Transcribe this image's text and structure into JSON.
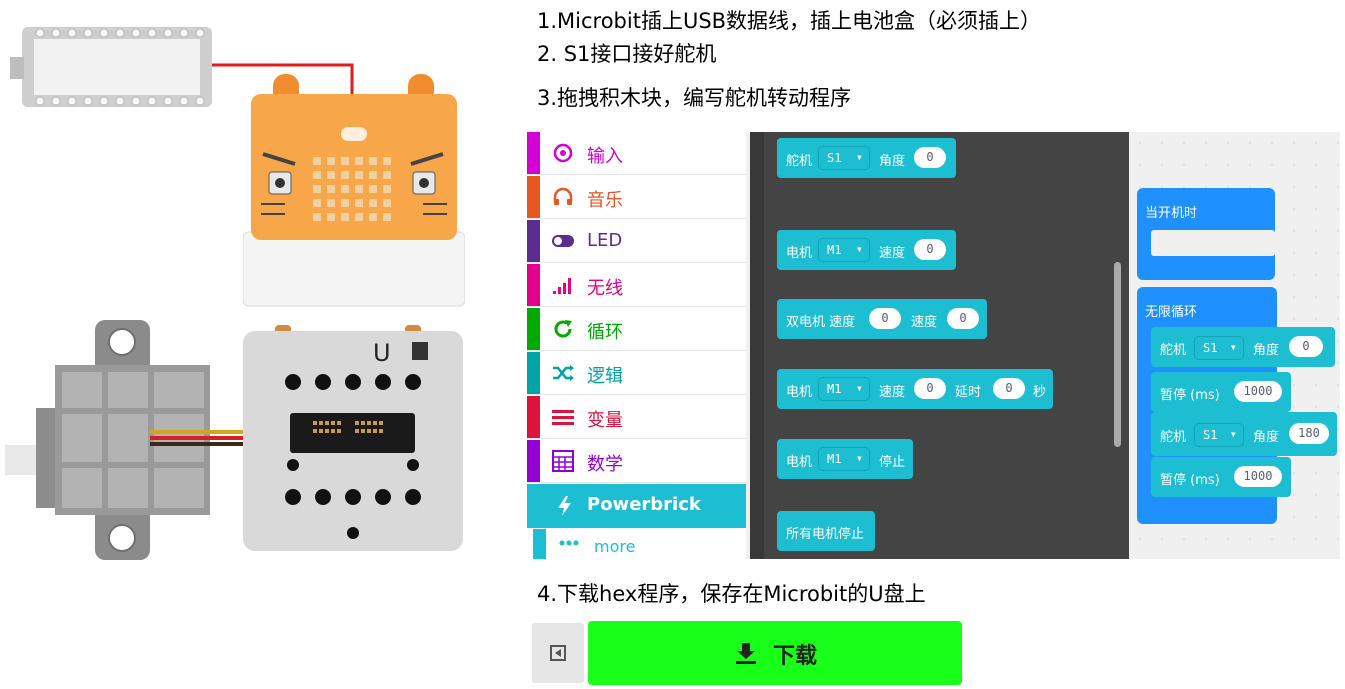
{
  "steps": {
    "s1": "1.Microbit插上USB数据线，插上电池盒（必须插上）",
    "s2": "2. S1接口接好舵机",
    "s3": "3.拖拽积木块，编写舵机转动程序",
    "s4": "4.下载hex程序，保存在Microbit的U盘上"
  },
  "board": {
    "port_label": "U"
  },
  "toolbox": {
    "items": [
      {
        "label": "输入",
        "color": "#d400d4"
      },
      {
        "label": "音乐",
        "color": "#e65722"
      },
      {
        "label": "LED",
        "color": "#5c2d91"
      },
      {
        "label": "无线",
        "color": "#e3008c"
      },
      {
        "label": "循环",
        "color": "#00aa00"
      },
      {
        "label": "逻辑",
        "color": "#00a4a6"
      },
      {
        "label": "变量",
        "color": "#dc143c"
      },
      {
        "label": "数学",
        "color": "#9400d3"
      },
      {
        "label": "Powerbrick",
        "color": "#1ebed2"
      },
      {
        "label": "more",
        "color": "#1ebed2"
      }
    ]
  },
  "flyout": {
    "b1": {
      "label": "舵机",
      "drop": "S1",
      "angle_label": "角度",
      "value": "0"
    },
    "b2": {
      "label": "电机",
      "drop": "M1",
      "speed_label": "速度",
      "value": "0"
    },
    "b3": {
      "label": "双电机 速度",
      "v1": "0",
      "speed_label": "速度",
      "v2": "0"
    },
    "b4": {
      "label": "电机",
      "drop": "M1",
      "speed_label": "速度",
      "v1": "0",
      "delay_label": "延时",
      "v2": "0",
      "unit": "秒"
    },
    "b5": {
      "label": "电机",
      "drop": "M1",
      "stop_label": "停止"
    },
    "b6": {
      "label": "所有电机停止"
    }
  },
  "workspace": {
    "on_start": "当开机时",
    "forever": "无限循环",
    "servo1": {
      "label": "舵机",
      "drop": "S1",
      "angle_label": "角度",
      "value": "0"
    },
    "pause1": {
      "label": "暂停 (ms)",
      "value": "1000"
    },
    "servo2": {
      "label": "舵机",
      "drop": "S1",
      "angle_label": "角度",
      "value": "180"
    },
    "pause2": {
      "label": "暂停 (ms)",
      "value": "1000"
    }
  },
  "download": {
    "label": "下载",
    "button_color": "#1aff1a"
  },
  "colors": {
    "blue_block": "#1e90ff",
    "cyan_block": "#1ebed2",
    "orange_shell": "#f7a64a"
  }
}
